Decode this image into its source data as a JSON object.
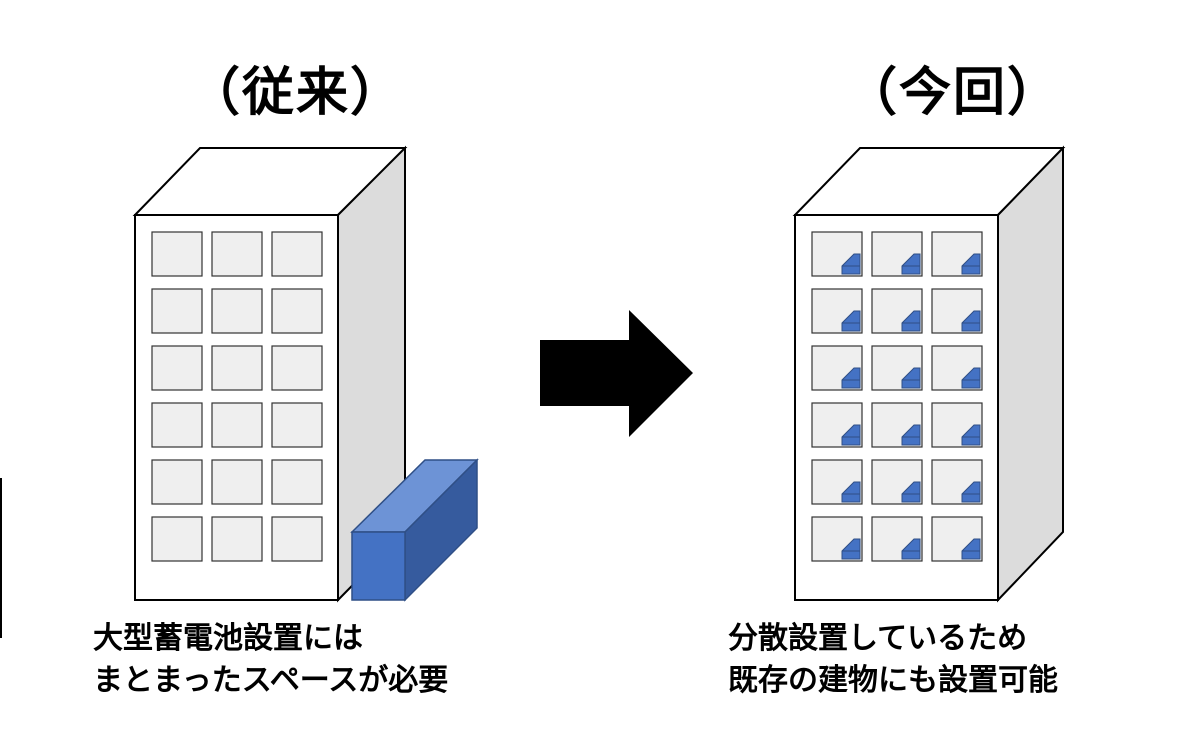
{
  "headings": {
    "before": "（従来）",
    "after": "（今回）"
  },
  "captions": {
    "before": [
      "大型蓄電池設置には",
      "まとまったスペースが必要"
    ],
    "after": [
      "分散設置しているため",
      "既存の建物にも設置可能"
    ]
  },
  "buildings": {
    "window_rows": 6,
    "window_cols": 3
  },
  "colors": {
    "building_front": "#ffffff",
    "building_side": "#dcdcdc",
    "window_fill": "#efefef",
    "battery_front": "#4472c4",
    "battery_top": "#6d93d6",
    "battery_side": "#365b9e",
    "arrow": "#000000"
  },
  "icons": {
    "arrow": "right-arrow-icon",
    "battery": "battery-block-icon"
  }
}
